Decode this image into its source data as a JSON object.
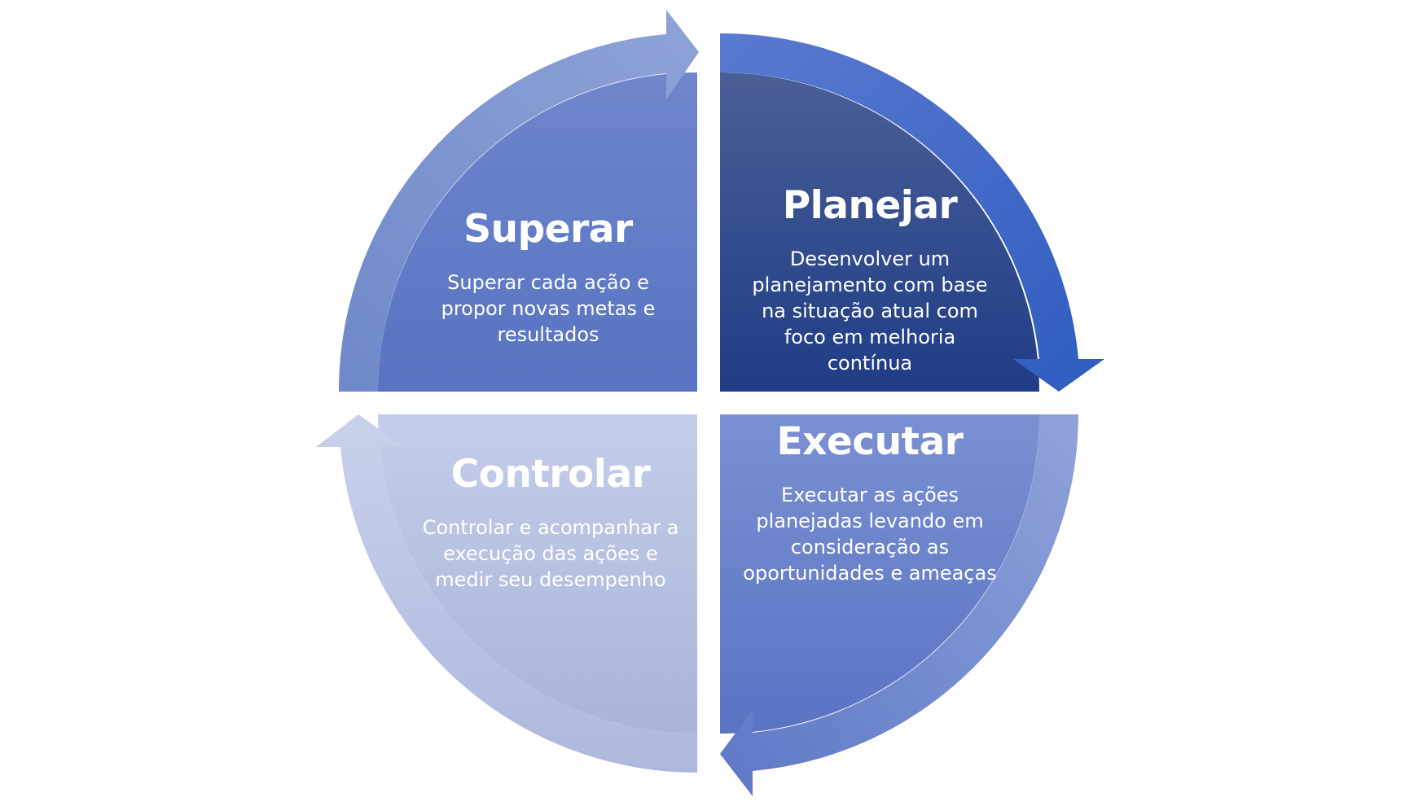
{
  "cycle": {
    "quadrants": [
      {
        "id": "superar",
        "title": "Superar",
        "description": "Superar cada ação e propor novas metas e resultados"
      },
      {
        "id": "planejar",
        "title": "Planejar",
        "description": "Desenvolver um planejamento com base na situação atual com foco em melhoria contínua"
      },
      {
        "id": "executar",
        "title": "Executar",
        "description": "Executar as ações planejadas levando em consideração as oportunidades e ameaças"
      },
      {
        "id": "controlar",
        "title": "Controlar",
        "description": "Controlar e acompanhar a execução das ações e medir seu desempenho"
      }
    ]
  },
  "colors": {
    "planejar": [
      "#4a5f96",
      "#1f3c86"
    ],
    "planejar_arrow": [
      "#5b7ad0",
      "#2e5cc0"
    ],
    "superar": [
      "#6f86cc",
      "#5873c2"
    ],
    "superar_arrow": [
      "#8ea4d8",
      "#6f88c8"
    ],
    "executar": [
      "#7a90d2",
      "#5a73c4"
    ],
    "executar_arrow": [
      "#8fa3da",
      "#5d78c6"
    ],
    "controlar": [
      "#c4cde9",
      "#a9b4d8"
    ],
    "controlar_arrow": [
      "#c9d1ec",
      "#aeb8dc"
    ],
    "text": "#ffffff"
  }
}
